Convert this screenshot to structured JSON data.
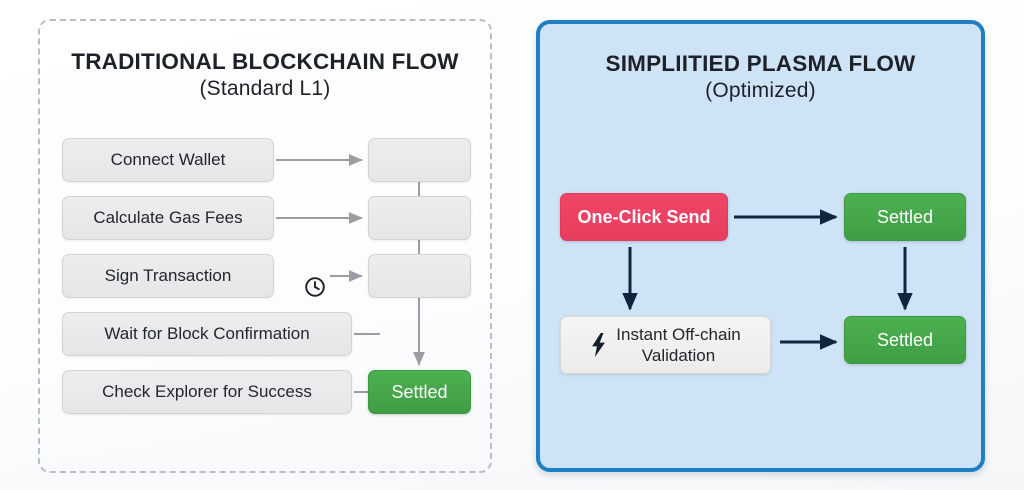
{
  "diagram": {
    "background_color": "#ffffff",
    "panels": [
      {
        "id": "traditional",
        "title_main": "TRADITIONAL BLOCKCHAIN FLOW",
        "title_sub": "(Standard L1)",
        "border_style": "dashed",
        "border_color": "#b9bdc4",
        "fill_color": "transparent",
        "steps": [
          {
            "label": "Connect Wallet",
            "icon": null
          },
          {
            "label": "Calculate Gas Fees",
            "icon": null
          },
          {
            "label": "Sign Transaction",
            "icon": "clock-icon"
          },
          {
            "label": "Wait for Block Confirmation",
            "icon": null
          },
          {
            "label": "Check Explorer for Success",
            "icon": null
          }
        ],
        "queue_boxes": [
          "",
          "",
          ""
        ],
        "result": {
          "label": "Settled",
          "color": "#43a047"
        }
      },
      {
        "id": "plasma",
        "title_main": "SIMPLIITIED PLASMA FLOW",
        "title_sub": "(Optimized)",
        "border_style": "solid",
        "border_color": "#1f7fc4",
        "fill_color": "#cfe3f7",
        "nodes": [
          {
            "id": "one-click-send",
            "label": "One-Click Send",
            "color": "#ec4265",
            "icon": null
          },
          {
            "id": "instant-validation",
            "label": "Instant Off-chain Validation",
            "label_line_1": "Instant Off-chain",
            "label_line_2": "Validation",
            "color": "#f0f0ef",
            "icon": "lightning-bolt-icon"
          },
          {
            "id": "settled-top",
            "label": "Settled",
            "color": "#43a047",
            "icon": null
          },
          {
            "id": "settled-bottom",
            "label": "Settled",
            "color": "#43a047",
            "icon": null
          }
        ],
        "arrow_color": "#10253d"
      }
    ],
    "colors": {
      "accent_blue": "#1f7fc4",
      "panel_blue_fill": "#cfe3f7",
      "success_green": "#43a047",
      "alert_pink": "#ec4265",
      "gray_node": "#e9e9ea",
      "arrow_gray": "#9a9da2",
      "arrow_navy": "#10253d",
      "text_dark": "#22272d"
    }
  }
}
